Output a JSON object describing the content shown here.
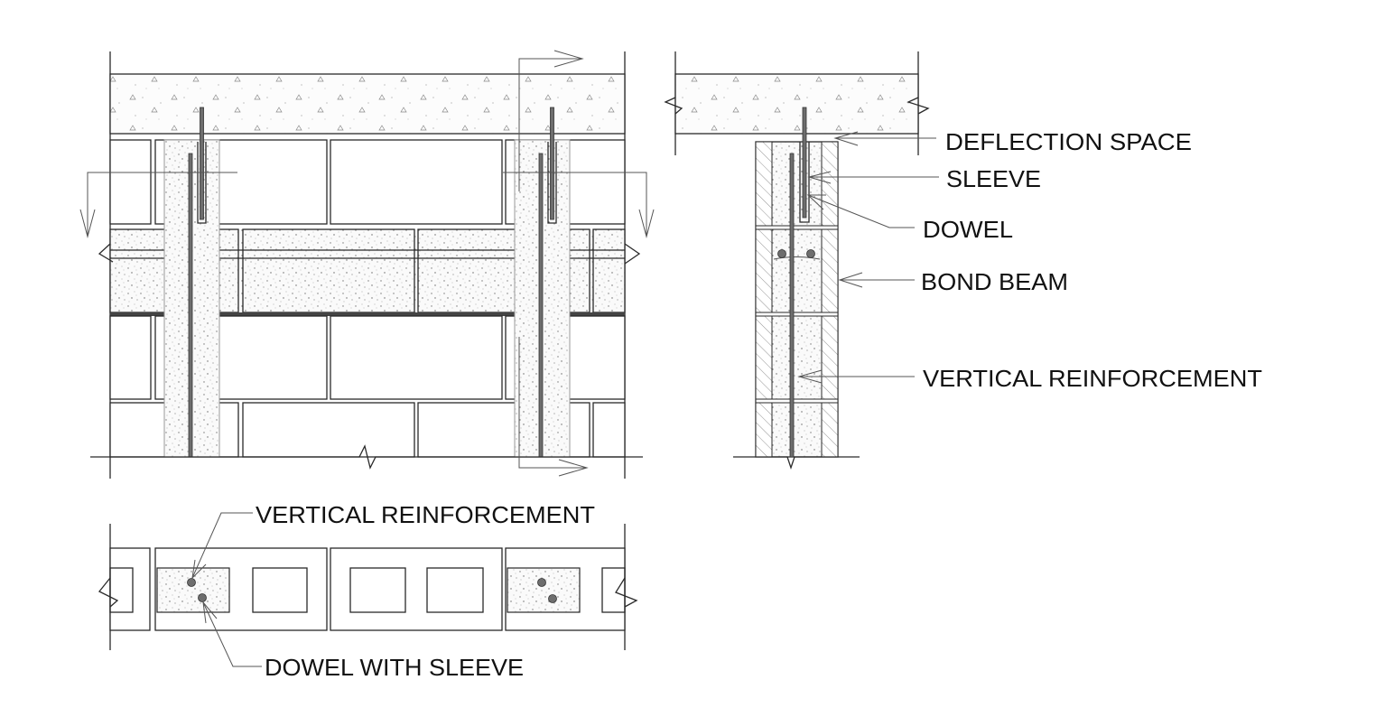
{
  "title": "Masonry wall top connection detail",
  "section_labels": {
    "deflection_space": "DEFLECTION SPACE",
    "sleeve": "SLEEVE",
    "dowel": "DOWEL",
    "bond_beam": "BOND BEAM",
    "vertical_reinforcement": "VERTICAL REINFORCEMENT"
  },
  "plan_labels": {
    "vertical_reinforcement": "VERTICAL REINFORCEMENT",
    "dowel_with_sleeve": "DOWEL WITH SLEEVE"
  },
  "colors": {
    "line": "#2a2a2a",
    "rebar": "#6e6e6e",
    "hatch": "#888888"
  }
}
